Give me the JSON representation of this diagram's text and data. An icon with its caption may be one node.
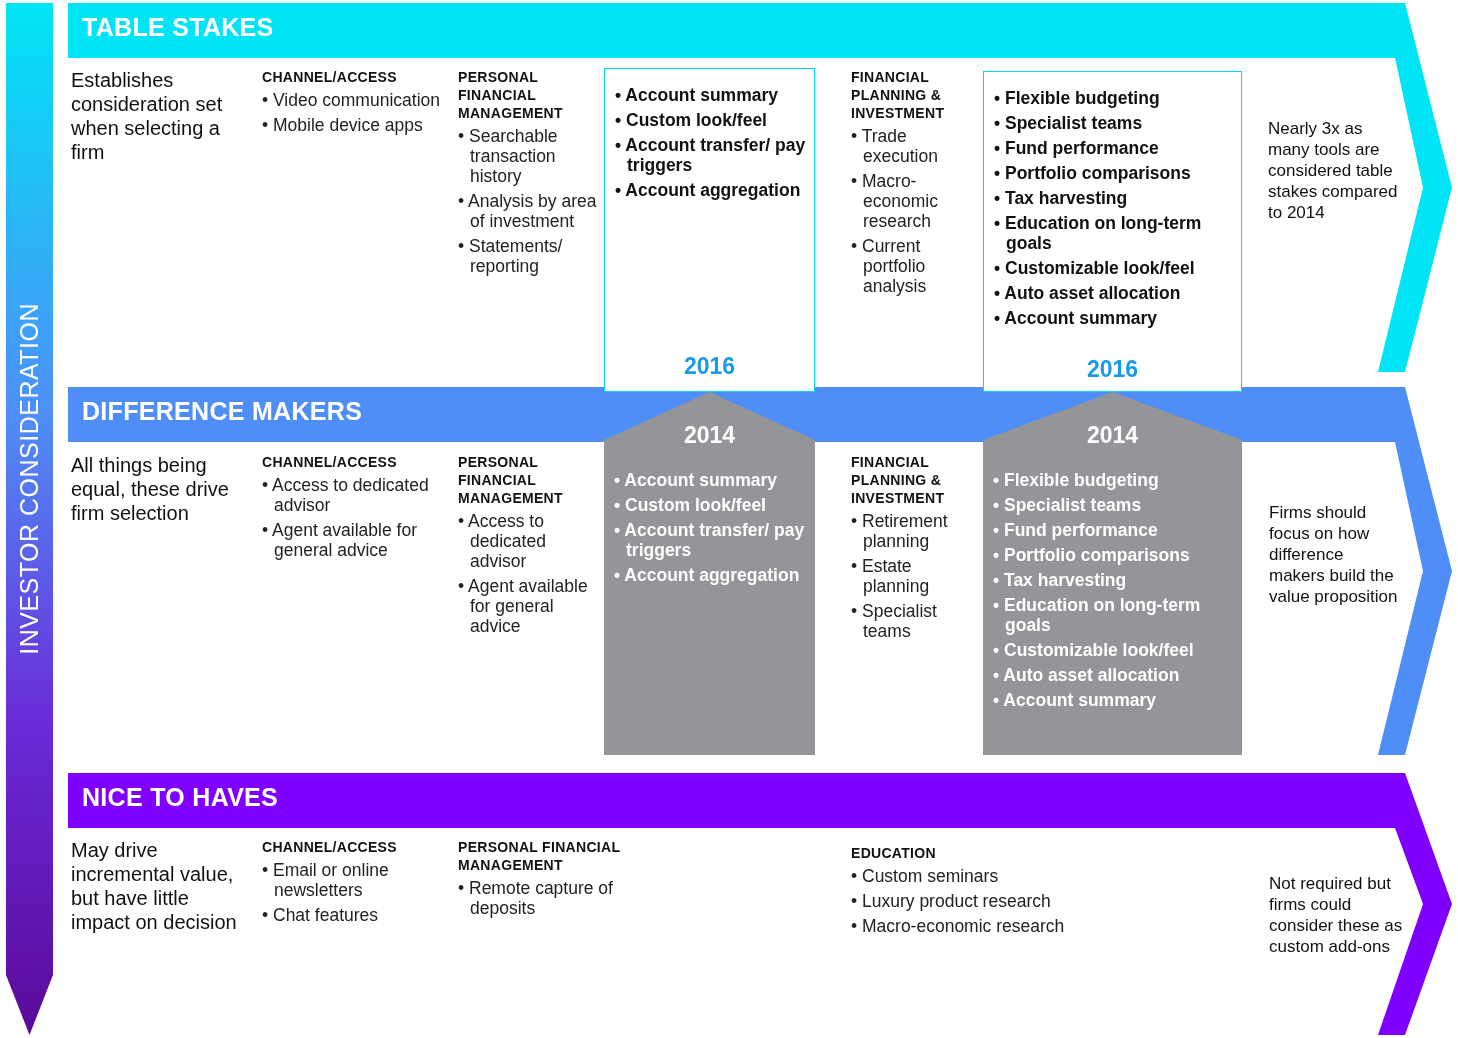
{
  "diagram": {
    "nodes": [
      {
        "text": [
          "INVESTOR CONSIDERATION"
        ]
      },
      {
        "text": [
          "TABLE STAKES"
        ]
      },
      {
        "text": [
          "Establishes consideration set when selecting a firm"
        ],
        "in": 1
      },
      {
        "text": [
          "CHANNEL/ACCESS",
          "• Video communication",
          "• Mobile device apps"
        ],
        "in": 1
      },
      {
        "text": [
          "PERSONAL FINANCIAL MANAGEMENT",
          "• Searchable transaction history",
          "• Analysis by area of investment",
          "• Statements/ reporting"
        ],
        "in": 1
      },
      {
        "text": [
          "• Account summary",
          "• Custom look/feel",
          "• Account transfer/ pay triggers",
          "• Account aggregation",
          "2016"
        ]
      },
      {
        "text": [
          "FINANCIAL PLANNING & INVESTMENT",
          "• Trade execution",
          "• Macro-economic research",
          "• Current portfolio analysis"
        ],
        "in": 1
      },
      {
        "text": [
          "• Flexible budgeting",
          "• Specialist teams",
          "• Fund performance",
          "• Portfolio comparisons",
          "• Tax harvesting",
          "• Education on long-term goals",
          "• Customizable look/feel",
          "• Auto asset allocation",
          "• Account summary",
          "2016"
        ]
      },
      {
        "text": [
          "Nearly 3x as many tools are considered table stakes compared to 2014"
        ],
        "in": 1
      },
      {
        "text": [
          "DIFFERENCE MAKERS"
        ]
      },
      {
        "text": [
          "All things being equal, these drive firm selection"
        ],
        "in": 9
      },
      {
        "text": [
          "CHANNEL/ACCESS",
          "• Access to dedicated advisor",
          "• Agent available for general advice"
        ],
        "in": 9
      },
      {
        "text": [
          "PERSONAL FINANCIAL MANAGEMENT",
          "• Access to dedicated advisor",
          "• Agent available for general advice"
        ],
        "in": 9
      },
      {
        "text": [
          "2014",
          "• Account summary",
          "• Custom look/feel",
          "• Account transfer/ pay triggers",
          "• Account aggregation"
        ],
        "in": 9
      },
      {
        "text": [
          "FINANCIAL PLANNING & INVESTMENT",
          "• Retirement planning",
          "• Estate planning",
          "• Specialist teams"
        ],
        "in": 9
      },
      {
        "text": [
          "2014",
          "• Flexible budgeting",
          "• Specialist teams",
          "• Fund performance",
          "• Portfolio comparisons",
          "• Tax harvesting",
          "• Education on long-term goals",
          "• Customizable look/feel",
          "• Auto asset allocation",
          "• Account summary"
        ],
        "in": 9
      },
      {
        "text": [
          "Firms should focus on how difference makers build the value proposition"
        ],
        "in": 9
      },
      {
        "text": [
          "NICE TO HAVES"
        ]
      },
      {
        "text": [
          "May drive incremental value, but have little impact on decision"
        ],
        "in": 17
      },
      {
        "text": [
          "CHANNEL/ACCESS",
          "• Email or online newsletters",
          "• Chat features"
        ],
        "in": 17
      },
      {
        "text": [
          "PERSONAL FINANCIAL MANAGEMENT",
          "• Remote capture of deposits"
        ],
        "in": 17
      },
      {
        "text": [
          "EDUCATION",
          "• Custom seminars",
          "• Luxury product research",
          "• Macro-economic research"
        ],
        "in": 17
      },
      {
        "text": [
          "Not required but firms could consider these as custom add-ons"
        ],
        "in": 17
      }
    ]
  }
}
